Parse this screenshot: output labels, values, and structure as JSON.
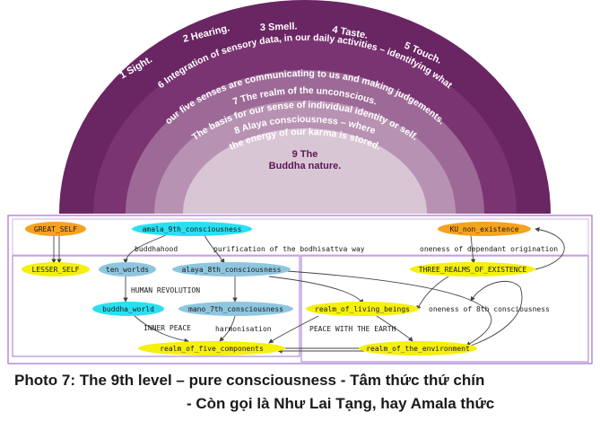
{
  "rings": {
    "level_1_to_5": [
      "1 Sight.",
      "2 Hearing.",
      "3 Smell.",
      "4 Taste.",
      "5 Touch."
    ],
    "level_6_line1": "6 Integration of sensory data, in our daily activities – identifying what",
    "level_6_line2": "our five senses are communicating to us and making judgements.",
    "level_7_line1": "7 The realm of the unconscious.",
    "level_7_line2": "The basis for our sense of individual identity or self.",
    "level_8_line1": "8 Alaya consciousness – where",
    "level_8_line2": "the energy of our karma is stored.",
    "level_9_line1": "9 The",
    "level_9_line2": "Buddha nature."
  },
  "graph": {
    "nodes": {
      "great_self": "GREAT_SELF",
      "amala": "amala_9th_consciousness",
      "ku": "KU_non_existence",
      "lesser_self": "LESSER_SELF",
      "ten_worlds": "ten_worlds",
      "alaya": "alaya_8th_consciousness",
      "three_realms": "THREE_REALMS_OF_EXISTENCE",
      "buddha_world": "buddha_world",
      "mano": "mano_7th_consciousness",
      "living_beings": "realm_of_living_beings",
      "five_components": "realm_of_five_components",
      "environment": "realm_of_the_environment"
    },
    "edge_labels": {
      "buddhahood": "buddhahood",
      "purification": "purification of the bodhisattva way",
      "dependant": "oneness of dependant origination",
      "human_revolution": "HUMAN REVOLUTION",
      "inner_peace": "INNER PEACE",
      "harmonisation": "harmonisation",
      "peace_earth": "PEACE WITH THE EARTH",
      "oneness_8th": "oneness of 8th consciousness"
    },
    "colors": {
      "yellow": "#f5f00c",
      "cyan": "#29e0f2",
      "blue": "#8fc6df",
      "orange": "#f7a21c",
      "frame": "#b48cd8"
    }
  },
  "caption": {
    "line1": "Photo 7: The 9th level – pure consciousness - Tâm thức thứ chín",
    "line2": "- Còn gọi là Như Lai Tạng, hay Amala thức"
  }
}
